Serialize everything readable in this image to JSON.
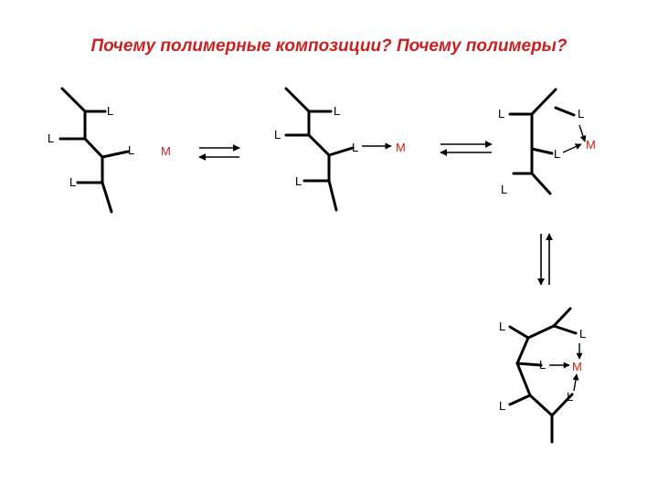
{
  "title": "Почему полимерные композиции? Почему полимеры?",
  "ligand_label": "L",
  "metal_label": "M",
  "colors": {
    "title": "#cc1f1f",
    "metal": "#cc1f1f",
    "lines": "#000000"
  }
}
